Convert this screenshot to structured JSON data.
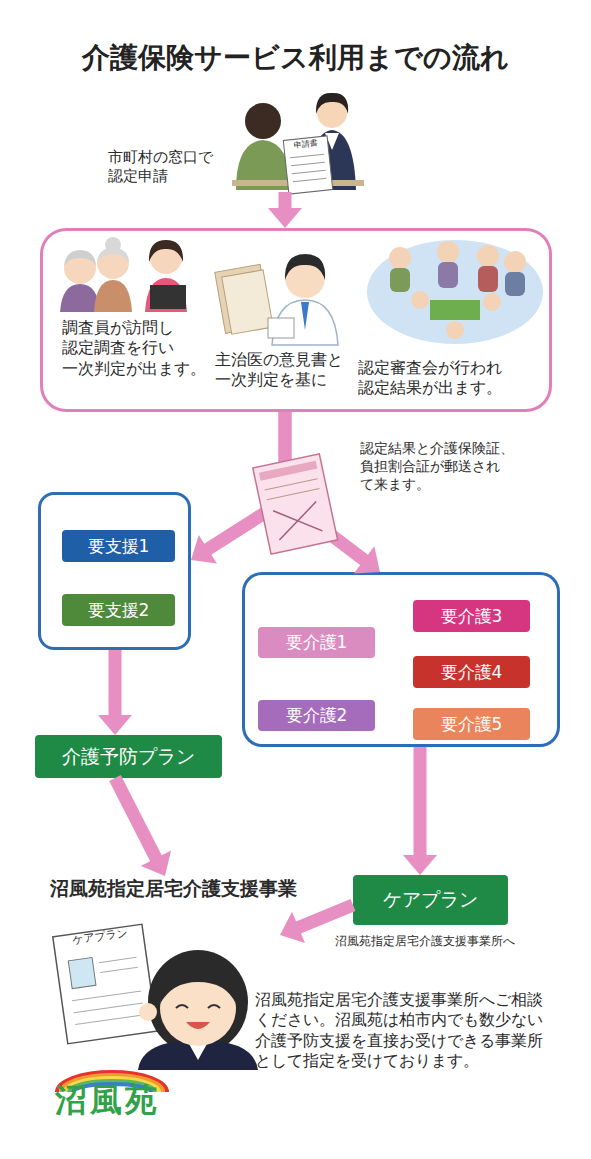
{
  "diagram": {
    "title": "介護保険サービス利用までの流れ",
    "nodes": [
      {
        "text": [
          "市町村の窓口で 認定申請"
        ]
      },
      {
        "text": [
          "調査員が訪問し 認定調査を行い 一次判定が出ます。",
          "主治医の意見書と 一次判定を基に",
          "認定審査会が行われ 認定結果が出ます。"
        ]
      },
      {
        "text": []
      },
      {
        "text": [
          "要支援1"
        ],
        "in": 2
      },
      {
        "text": [
          "要支援2"
        ],
        "in": 2
      },
      {
        "text": []
      },
      {
        "text": [
          "要介護1"
        ],
        "in": 5
      },
      {
        "text": [
          "要介護2"
        ],
        "in": 5
      },
      {
        "text": [
          "要介護3"
        ],
        "in": 5
      },
      {
        "text": [
          "要介護4"
        ],
        "in": 5
      },
      {
        "text": [
          "要介護5"
        ],
        "in": 5
      },
      {
        "text": [
          "介護予防プラン"
        ]
      },
      {
        "text": [
          "沼風苑指定居宅介護支援事業"
        ]
      },
      {
        "text": [
          "ケアプラン"
        ]
      },
      {
        "text": [
          "沼風苑指定居宅介護支援事業所へご相談 ください。沼風苑は柏市内でも数少ない 介護予防支援を直接お受けできる事業所 として指定を受けております。"
        ]
      }
    ],
    "edges": [
      {
        "from": 0,
        "to": 1,
        "arrow": "to"
      },
      {
        "from": 1,
        "to": 2,
        "arrow": "to"
      },
      {
        "from": 1,
        "to": 5,
        "arrow": "to"
      },
      {
        "from": 2,
        "to": 11,
        "arrow": "to"
      },
      {
        "from": 5,
        "to": 13,
        "arrow": "to"
      },
      {
        "from": 11,
        "to": 12,
        "arrow": "to"
      },
      {
        "from": 13,
        "to": 14,
        "label": "沼風苑指定居宅介護支援事業所へ",
        "arrow": "to"
      }
    ],
    "labels": [
      "申請書",
      "認定結果と介護保険証、 負担割合証が郵送され て来ます。",
      "ケアプラン",
      "沼風苑"
    ]
  }
}
